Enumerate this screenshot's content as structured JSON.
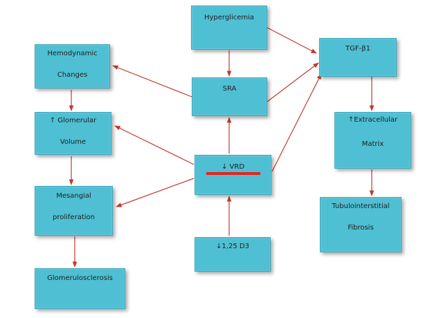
{
  "nodes": {
    "hyperglicemia": "Hyperglicemia",
    "sra": "SRA",
    "vrd": "↓ VRD",
    "d3": "↓1,25 D3",
    "tgf": "TGF-β1",
    "ecm": [
      "↑Extracellular",
      "Matrix"
    ],
    "fibrosis": [
      "Tubulointerstitial",
      "Fibrosis"
    ],
    "hemodynamic": [
      "Hemodynamic",
      "Changes"
    ],
    "glomerular_volume": [
      "↑ Glomerular",
      "Volume"
    ],
    "mesangial": [
      "Mesangial",
      "proliferation"
    ],
    "glomerulosclerosis": "Glomerulosclerosis"
  },
  "colors": {
    "box_fill": "#4fbfd3",
    "arrow": "#c0392b",
    "highlight_bar": "#e8221c"
  }
}
